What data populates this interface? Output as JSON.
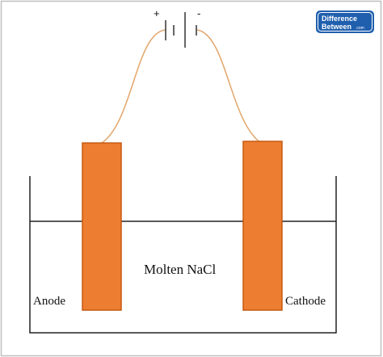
{
  "battery": {
    "positive_sign": "+",
    "negative_sign": "-"
  },
  "electrolyte_label": "Molten NaCl",
  "anode_label": "Anode",
  "cathode_label": "Cathode",
  "logo": {
    "line1": "Difference",
    "line2": "Between",
    "suffix": ".com"
  },
  "colors": {
    "electrode": "#ED7D31",
    "electrode_border": "#C55A11",
    "wire": "#E2A66B",
    "container": "#222222",
    "logo_bg": "#1F5FAE"
  }
}
